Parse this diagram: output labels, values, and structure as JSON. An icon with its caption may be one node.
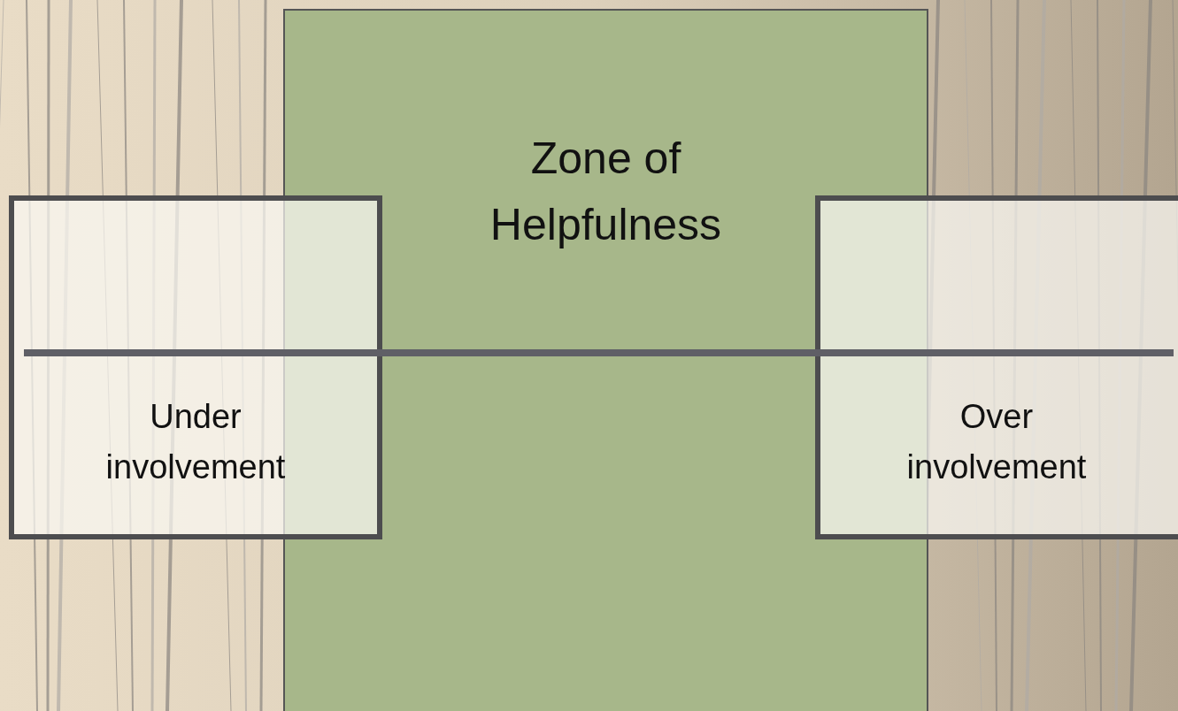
{
  "diagram": {
    "nodes": [
      {
        "text": [
          "Zone of Helpfulness"
        ]
      },
      {
        "text": [
          "Under involvement"
        ]
      },
      {
        "text": [
          "Over involvement"
        ]
      }
    ],
    "edges": []
  }
}
